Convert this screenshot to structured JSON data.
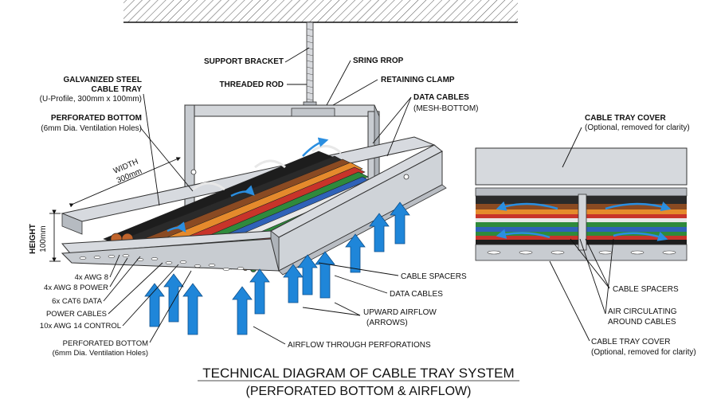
{
  "title": {
    "line1": "TECHNICAL DIAGRAM OF CABLE TRAY SYSTEM",
    "line2": "(PERFORATED BOTTOM & AIRFLOW)"
  },
  "labels": {
    "support_bracket": "SUPPORT BRACKET",
    "threaded_rod": "THREADED ROD",
    "spring_rop": "SRING RROP",
    "retaining_clamp": "RETAINING CLAMP",
    "data_cables_top": "DATA CABLES",
    "data_cables_top_sub": "(MESH-BOTTOM)",
    "galvanized_1": "GALVANIZED STEEL",
    "galvanized_2": "CABLE TRAY",
    "galvanized_3": "(U-Profile, 300mm x 100mm)",
    "perforated_1": "PERFORATED BOTTOM",
    "perforated_2": "(6mm Dia. Ventilation Holes)",
    "width_1": "WIDTH",
    "width_2": "300mm",
    "height_1": "HEIGHT",
    "height_2": "100mm",
    "awg8": "4x AWG 8",
    "awg8_power": "4x AWG 8 POWER",
    "cat6": "6x CAT6 DATA",
    "power_cables": "POWER CABLES",
    "awg14": "10x AWG 14 CONTROL",
    "perf_bottom_low_1": "PERFORATED BOTTOM",
    "perf_bottom_low_2": "(6mm Dia. Ventilation Holes)",
    "cable_spacers": "CABLE SPACERS",
    "data_cables_mid": "DATA CABLES",
    "upward_airflow_1": "UPWARD AIRFLOW",
    "upward_airflow_2": "(ARROWS)",
    "airflow_perf": "AIRFLOW THROUGH PERFORATIONS",
    "cover_top_1": "CABLE TRAY COVER",
    "cover_top_2": "(Optional, removed for clarity)",
    "side_spacers": "CABLE SPACERS",
    "air_circ_1": "AIR CIRCULATING",
    "air_circ_2": "AROUND CABLES",
    "cover_bot_1": "CABLE TRAY COVER",
    "cover_bot_2": "(Optional, removed for clarity)"
  },
  "colors": {
    "steel": "#c9ccd1",
    "steel_dark": "#9aa0a8",
    "airflow": "#1f86d9",
    "cable_black": "#1d1d1d",
    "cable_brown": "#8a4a22",
    "cable_orange": "#e58a2c",
    "cable_red": "#c8342a",
    "cable_green": "#2f8a3c",
    "cable_blue": "#2f62b8",
    "cable_white": "#e8e8e8"
  }
}
